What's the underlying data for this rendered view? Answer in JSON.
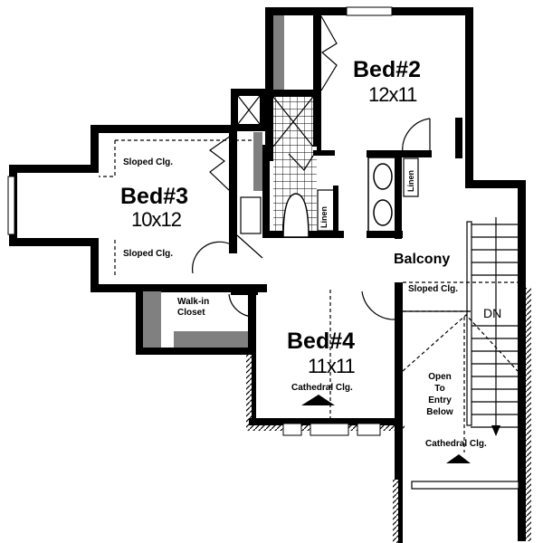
{
  "plan": {
    "rooms": [
      {
        "id": "bed2",
        "name": "Bed#2",
        "size": "12x11"
      },
      {
        "id": "bed3",
        "name": "Bed#3",
        "size": "10x12"
      },
      {
        "id": "bed4",
        "name": "Bed#4",
        "size": "11x11"
      },
      {
        "id": "balcony",
        "name": "Balcony"
      }
    ],
    "notes": {
      "sloped_clg_1": "Sloped Clg.",
      "sloped_clg_2": "Sloped Clg.",
      "sloped_clg_3": "Sloped Clg.",
      "cathedral_bed4": "Cathedral Clg.",
      "cathedral_entry": "Cathedral Clg.",
      "walk_in_closet_1": "Walk-in",
      "walk_in_closet_2": "Closet",
      "open_to_1": "Open",
      "open_to_2": "To",
      "open_to_3": "Entry",
      "open_to_4": "Below",
      "stairs_dn": "DN",
      "linen_1": "Linen",
      "linen_2": "Linen"
    },
    "colors": {
      "ink": "#000000",
      "paper": "#ffffff"
    }
  }
}
